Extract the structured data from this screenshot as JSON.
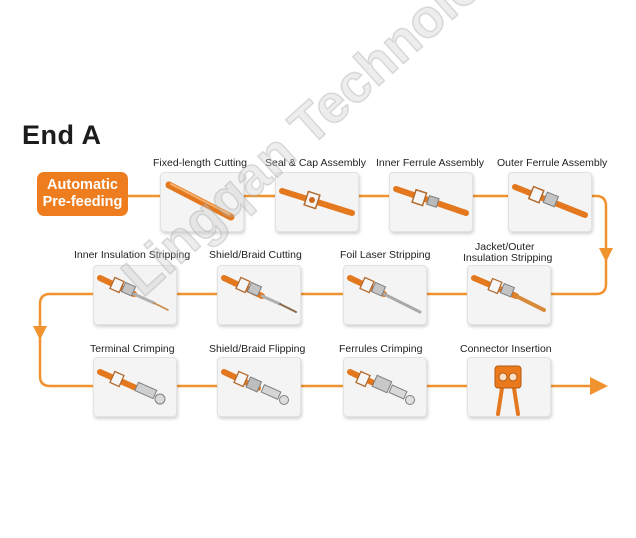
{
  "title": "End A",
  "start": {
    "line1": "Automatic",
    "line2": "Pre-feeding"
  },
  "steps": [
    {
      "label": "Fixed-length Cutting"
    },
    {
      "label": "Seal & Cap Assembly"
    },
    {
      "label": "Inner Ferrule Assembly"
    },
    {
      "label": "Outer Ferrule Assembly"
    },
    {
      "label": "Jacket/Outer",
      "label2": "Insulation Stripping"
    },
    {
      "label": "Foil Laser Stripping"
    },
    {
      "label": "Shield/Braid Cutting"
    },
    {
      "label": "Inner Insulation Stripping"
    },
    {
      "label": "Terminal Crimping"
    },
    {
      "label": "Shield/Braid Flipping"
    },
    {
      "label": "Ferrules Crimping"
    },
    {
      "label": "Connector Insertion"
    }
  ],
  "watermark": "Lingqan Technology",
  "colors": {
    "accent": "#ee7d1f",
    "flow_line": "#f0932e",
    "card_bg": "#f4f4f4"
  }
}
